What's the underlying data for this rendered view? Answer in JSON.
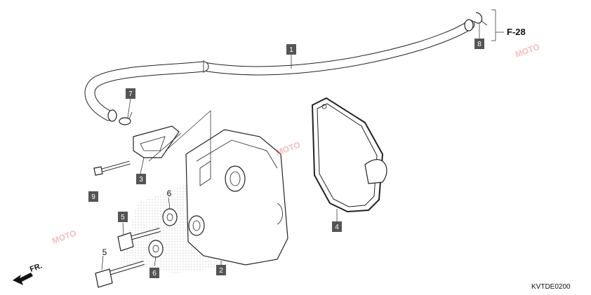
{
  "diagram": {
    "reference_label": "F-28",
    "diagram_code": "KVTDE0200",
    "front_label": "FR.",
    "watermark_text": "MOTO",
    "callouts_boxed": [
      "1",
      "2",
      "3",
      "4",
      "5",
      "6",
      "7",
      "8",
      "9"
    ],
    "callouts_plain": [
      "5",
      "6"
    ]
  },
  "colors": {
    "callout_box": "#555555",
    "line": "#222222",
    "watermark_red": "#e04040",
    "watermark_blue": "#4060c0"
  }
}
